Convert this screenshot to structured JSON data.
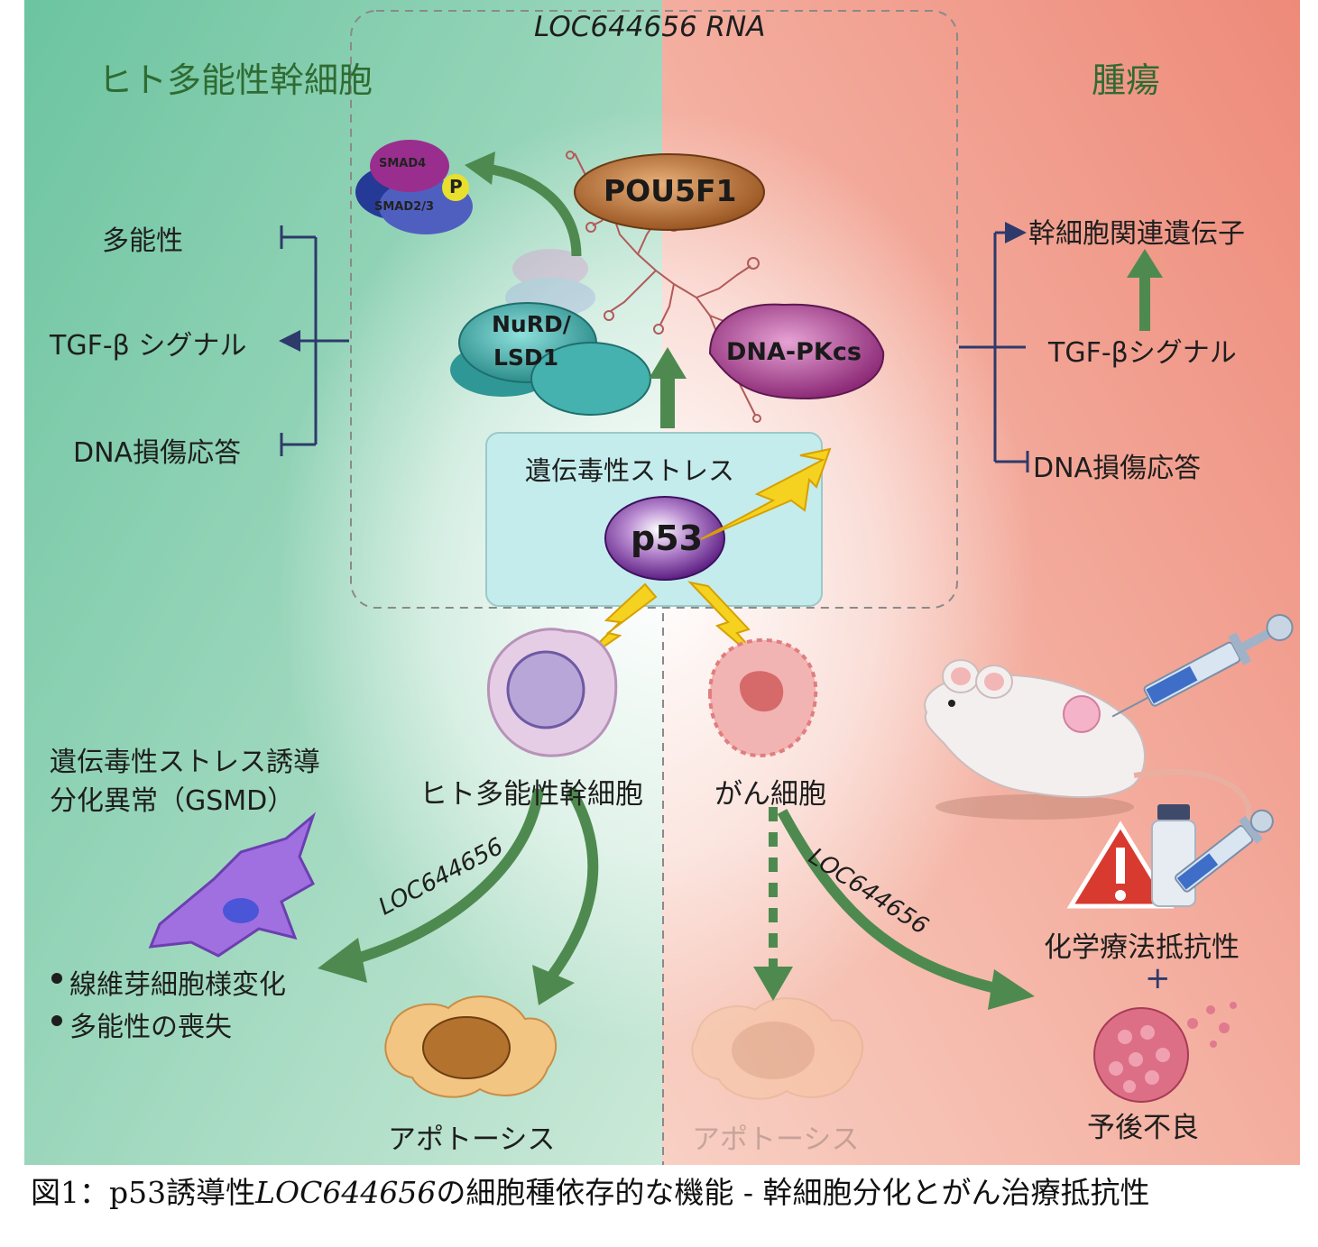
{
  "diagram": {
    "rna_title": "LOC644656 RNA",
    "left_title": "ヒト多能性幹細胞",
    "right_title": "腫瘍",
    "left_effects": [
      "多能性",
      "TGF-β シグナル",
      "DNA損傷応答"
    ],
    "right_effects": [
      "幹細胞関連遺伝子",
      "TGF-βシグナル",
      "DNA損傷応答"
    ],
    "proteins": {
      "smad4": "SMAD4",
      "smad23": "SMAD2/3",
      "phospho": "P",
      "pou5f1": "POU5F1",
      "nurd_line1": "NuRD/",
      "nurd_line2": "LSD1",
      "dnapkcs": "DNA-PKcs",
      "p53": "p53"
    },
    "stress_label": "遺伝毒性ストレス",
    "cells": {
      "hpsc": "ヒト多能性幹細胞",
      "cancer": "がん細胞"
    },
    "gsmd": {
      "line1": "遺伝毒性ストレス誘導",
      "line2": "分化異常（GSMD）",
      "bullets": [
        "線維芽細胞様変化",
        "多能性の喪失"
      ]
    },
    "arrow_gene_label": "LOC644656",
    "apoptosis": "アポトーシス",
    "outcomes": {
      "chemo": "化学療法抵抗性",
      "plus": "+",
      "prognosis": "予後不良"
    }
  },
  "caption": {
    "prefix": "図1：p53誘導性",
    "gene": "LOC644656",
    "suffix": "の細胞種依存的な機能 - 幹細胞分化とがん治療抵抗性"
  },
  "colors": {
    "left_bg": "#6fc5a2",
    "right_bg": "#ef8f80",
    "arrow_green": "#4e8a4f",
    "inhibit_line": "#2d3a6b",
    "stress_box": "#c4ecec",
    "p53": "#6a2a8c",
    "pou5f1": "#b36a2b",
    "nurd": "#3fa5a3",
    "dnapkcs": "#a23e8b",
    "lightning": "#f4d21f"
  }
}
